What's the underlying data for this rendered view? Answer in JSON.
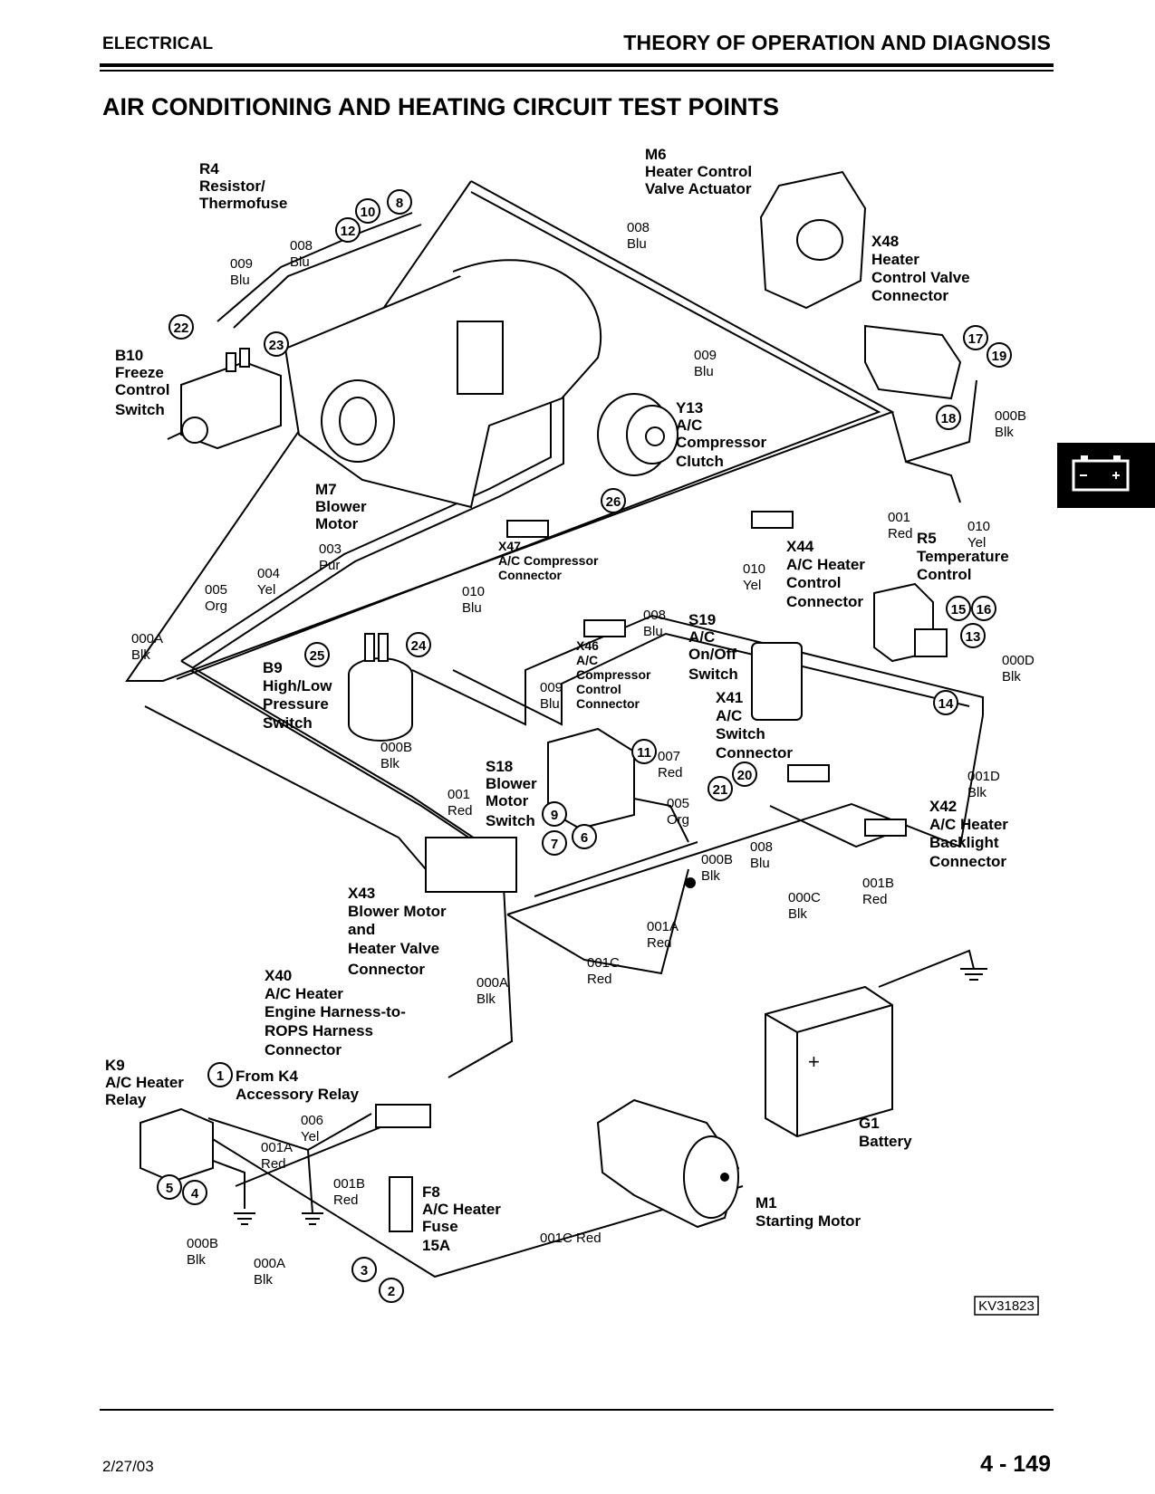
{
  "header": {
    "left": "ELECTRICAL",
    "right": "THEORY OF OPERATION AND DIAGNOSIS"
  },
  "title": "AIR CONDITIONING AND HEATING CIRCUIT TEST POINTS",
  "components": {
    "r4": [
      "R4",
      "Resistor/",
      "Thermofuse"
    ],
    "m6": [
      "M6",
      "Heater Control",
      "Valve Actuator"
    ],
    "x48": [
      "X48",
      "Heater",
      "Control Valve",
      "Connector"
    ],
    "b10": [
      "B10",
      "Freeze",
      "Control",
      "Switch"
    ],
    "y13": [
      "Y13",
      "A/C",
      "Compressor",
      "Clutch"
    ],
    "m7": [
      "M7",
      "Blower",
      "Motor"
    ],
    "x47": [
      "X47",
      "A/C Compressor",
      "Connector"
    ],
    "x44": [
      "X44",
      "A/C Heater",
      "Control",
      "Connector"
    ],
    "r5": [
      "R5",
      "Temperature",
      "Control"
    ],
    "b9": [
      "B9",
      "High/Low",
      "Pressure",
      "Switch"
    ],
    "x46": [
      "X46",
      "A/C",
      "Compressor",
      "Control",
      "Connector"
    ],
    "s19": [
      "S19",
      "A/C",
      "On/Off",
      "Switch"
    ],
    "x41": [
      "X41",
      "A/C",
      "Switch",
      "Connector"
    ],
    "s18": [
      "S18",
      "Blower",
      "Motor",
      "Switch"
    ],
    "x42": [
      "X42",
      "A/C Heater",
      "Backlight",
      "Connector"
    ],
    "x43": [
      "X43",
      "Blower Motor",
      "and",
      "Heater Valve",
      "Connector"
    ],
    "x40": [
      "X40",
      "A/C Heater",
      "Engine Harness-to-",
      "ROPS Harness",
      "Connector"
    ],
    "k9": [
      "K9",
      "A/C Heater",
      "Relay"
    ],
    "from_k4": [
      "From K4",
      "Accessory Relay"
    ],
    "g1": [
      "G1",
      "Battery"
    ],
    "f8": [
      "F8",
      "A/C Heater",
      "Fuse",
      "15A"
    ],
    "m1": [
      "M1",
      "Starting Motor"
    ]
  },
  "wires": [
    [
      "008",
      "Blu"
    ],
    [
      "009",
      "Blu"
    ],
    [
      "008",
      "Blu"
    ],
    [
      "009",
      "Blu"
    ],
    [
      "000B",
      "Blk"
    ],
    [
      "001",
      "Red"
    ],
    [
      "010",
      "Yel"
    ],
    [
      "003",
      "Pur"
    ],
    [
      "004",
      "Yel"
    ],
    [
      "005",
      "Org"
    ],
    [
      "000A",
      "Blk"
    ],
    [
      "010",
      "Blu"
    ],
    [
      "010",
      "Yel"
    ],
    [
      "008",
      "Blu"
    ],
    [
      "009",
      "Blu"
    ],
    [
      "000D",
      "Blk"
    ],
    [
      "000B",
      "Blk"
    ],
    [
      "001",
      "Red"
    ],
    [
      "007",
      "Red"
    ],
    [
      "005",
      "Org"
    ],
    [
      "001D",
      "Blk"
    ],
    [
      "000B",
      "Blk"
    ],
    [
      "008",
      "Blu"
    ],
    [
      "000C",
      "Blk"
    ],
    [
      "001B",
      "Red"
    ],
    [
      "001A",
      "Red"
    ],
    [
      "001C",
      "Red"
    ],
    [
      "000A",
      "Blk"
    ],
    [
      "006",
      "Yel"
    ],
    [
      "001A",
      "Red"
    ],
    [
      "001B",
      "Red"
    ],
    [
      "000B",
      "Blk"
    ],
    [
      "000A",
      "Blk"
    ],
    [
      "001C Red"
    ]
  ],
  "test_points": [
    "1",
    "2",
    "3",
    "4",
    "5",
    "6",
    "7",
    "8",
    "9",
    "10",
    "11",
    "12",
    "13",
    "14",
    "15",
    "16",
    "17",
    "18",
    "19",
    "20",
    "21",
    "22",
    "23",
    "24",
    "25",
    "26"
  ],
  "figure_id": "KV31823",
  "footer": {
    "date": "2/27/03",
    "page": "4 - 149"
  }
}
